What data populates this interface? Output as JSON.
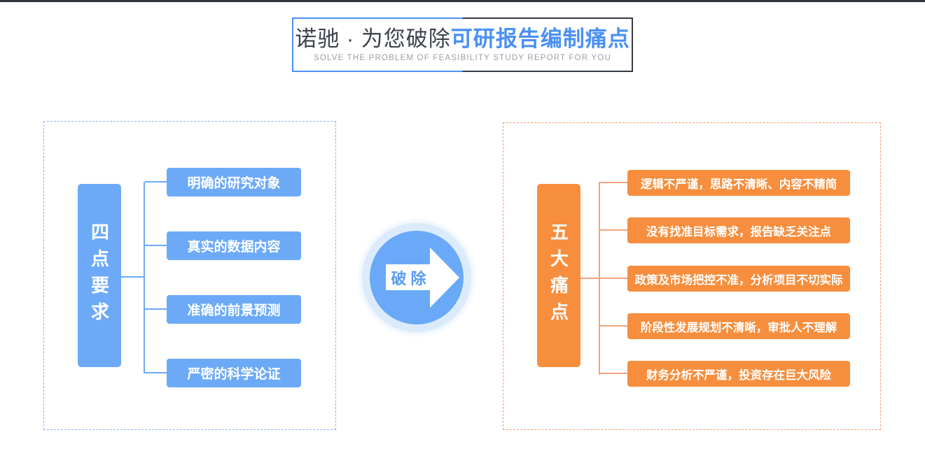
{
  "header": {
    "title_prefix": "诺驰 · 为您破除",
    "title_highlight": "可研报告编制痛点",
    "subtitle": "SOLVE THE PROBLEM OF FEASIBILITY STUDY REPORT FOR YOU"
  },
  "left_panel": {
    "bar_label": "四点要求",
    "items": [
      "明确的研究对象",
      "真实的数据内容",
      "准确的前景预测",
      "严密的科学论证"
    ]
  },
  "center": {
    "badge_label": "破除"
  },
  "right_panel": {
    "bar_label": "五大痛点",
    "items": [
      "逻辑不严谨，思路不清晰、内容不精简",
      "没有找准目标需求，报告缺乏关注点",
      "政策及市场把控不准，分析项目不切实际",
      "阶段性发展规划不清晰，审批人不理解",
      "财务分析不严谨，投资存在巨大风险"
    ]
  },
  "colors": {
    "accent_blue": "#6caaf8",
    "title_blue": "#4a90f5",
    "accent_orange": "#f78e3d",
    "connector_orange": "#f2a47c",
    "dashed_blue": "#85b4f2",
    "dashed_orange": "#f0a071",
    "title_dark": "#3d434d",
    "subtitle_gray": "#9aa0a8",
    "top_strip_dark": "#2e333c",
    "badge_halo": "#dcebfc",
    "badge_text_blue": "#5b9cf0"
  }
}
